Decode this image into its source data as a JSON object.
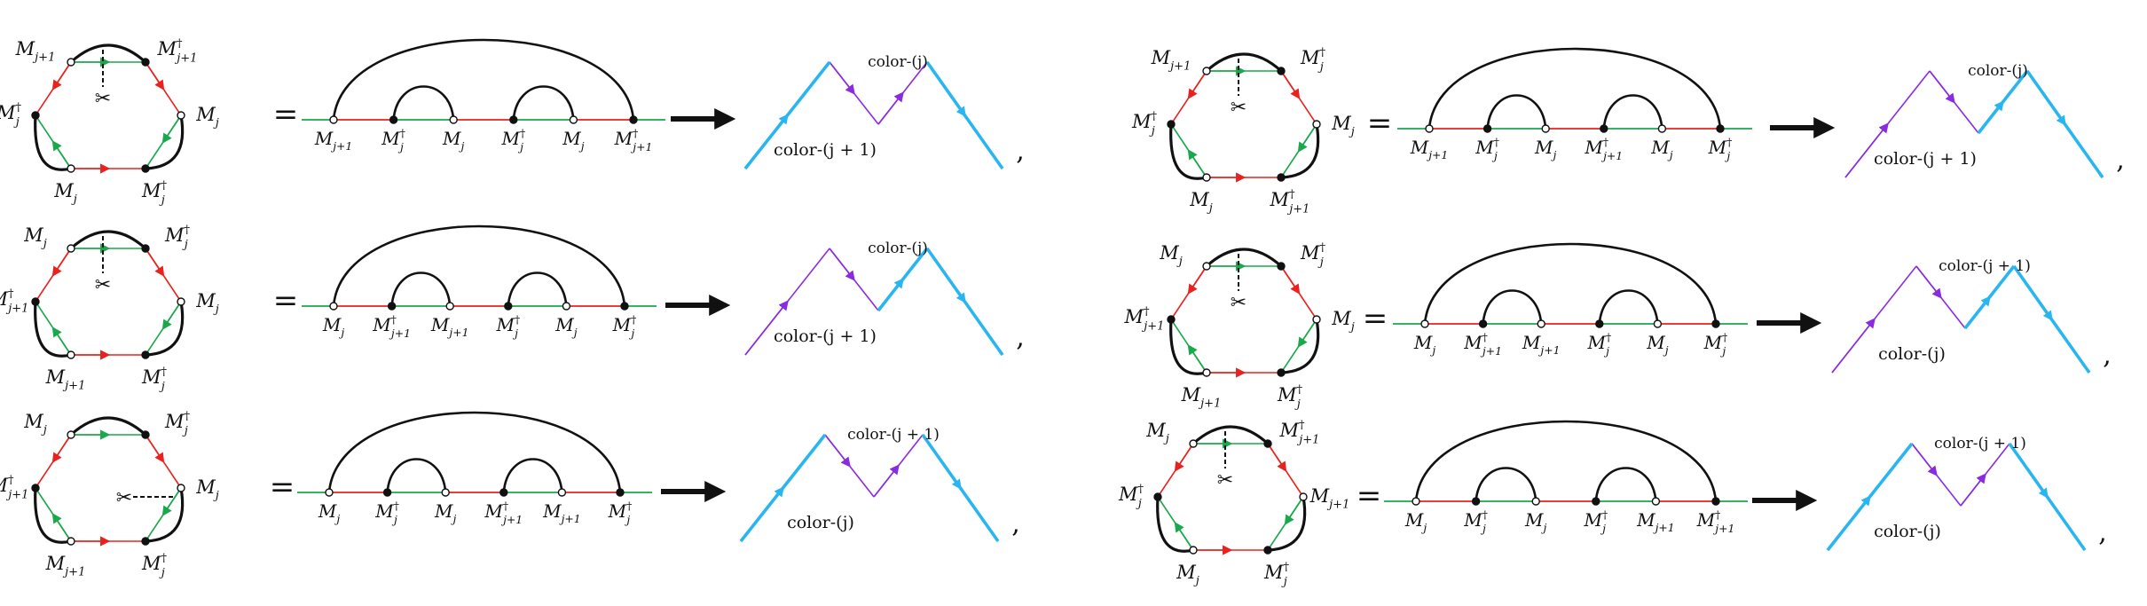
{
  "symbols": {
    "equals": "=",
    "comma": ",",
    "scissors": "✂"
  },
  "labels": {
    "Mj": "M_j",
    "Mjd": "M_j^†",
    "Mj1": "M_{j+1}",
    "Mj1d": "M_{j+1}^†",
    "colorj": "color-(j)",
    "colorj1": "color-(j + 1)"
  },
  "colors": {
    "red": "#e8231f",
    "green": "#1aa84c",
    "purple": "#8a2be2",
    "cyan": "#29b6f0",
    "black": "#111111"
  },
  "panels": [
    {
      "id": "L1",
      "hexagon": {
        "top_left": "Mj1",
        "top_right": "Mj1d",
        "right": "Mj",
        "bottom_right": "Mjd",
        "bottom_left": "Mj",
        "left": "Mjd"
      },
      "cut": "top",
      "line_nodes": [
        "Mj1",
        "Mjd",
        "Mj",
        "Mjd",
        "Mj",
        "Mj1d"
      ],
      "zigzag_labels": [
        {
          "text": "colorj",
          "pos": "top"
        },
        {
          "text": "colorj1",
          "pos": "bottom"
        }
      ]
    },
    {
      "id": "L2",
      "hexagon": {
        "top_left": "Mj",
        "top_right": "Mjd",
        "right": "Mj",
        "bottom_right": "Mjd",
        "bottom_left": "Mj1",
        "left": "Mj1d"
      },
      "cut": "top",
      "line_nodes": [
        "Mj",
        "Mj1d",
        "Mj1",
        "Mjd",
        "Mj",
        "Mjd"
      ],
      "zigzag_labels": [
        {
          "text": "colorj",
          "pos": "top"
        },
        {
          "text": "colorj1",
          "pos": "bottom"
        }
      ]
    },
    {
      "id": "L3",
      "hexagon": {
        "top_left": "Mj",
        "top_right": "Mjd",
        "right": "Mj",
        "bottom_right": "Mjd",
        "bottom_left": "Mj1",
        "left": "Mj1d"
      },
      "cut": "right",
      "line_nodes": [
        "Mj",
        "Mjd",
        "Mj",
        "Mj1d",
        "Mj1",
        "Mjd"
      ],
      "zigzag_labels": [
        {
          "text": "colorj1",
          "pos": "top"
        },
        {
          "text": "colorj",
          "pos": "bottom"
        }
      ]
    },
    {
      "id": "R1",
      "hexagon": {
        "top_left": "Mj1",
        "top_right": "Mjd",
        "right": "Mj",
        "bottom_right": "Mj1d",
        "bottom_left": "Mj",
        "left": "Mjd"
      },
      "cut": "top",
      "line_nodes": [
        "Mj1",
        "Mjd",
        "Mj",
        "Mj1d",
        "Mj",
        "Mjd"
      ],
      "zigzag_labels": [
        {
          "text": "colorj",
          "pos": "top"
        },
        {
          "text": "colorj1",
          "pos": "bottom"
        }
      ]
    },
    {
      "id": "R2",
      "hexagon": {
        "top_left": "Mj",
        "top_right": "Mjd",
        "right": "Mj",
        "bottom_right": "Mjd",
        "bottom_left": "Mj1",
        "left": "Mj1d"
      },
      "cut": "top",
      "line_nodes": [
        "Mj",
        "Mj1d",
        "Mj1",
        "Mjd",
        "Mj",
        "Mjd"
      ],
      "zigzag_labels": [
        {
          "text": "colorj1",
          "pos": "top"
        },
        {
          "text": "colorj",
          "pos": "bottom"
        }
      ]
    },
    {
      "id": "R3",
      "hexagon": {
        "top_left": "Mj",
        "top_right": "Mj1d",
        "right": "Mj1",
        "bottom_right": "Mjd",
        "bottom_left": "Mj",
        "left": "Mjd"
      },
      "cut": "top",
      "line_nodes": [
        "Mj",
        "Mjd",
        "Mj",
        "Mjd",
        "Mj1",
        "Mj1d"
      ],
      "zigzag_labels": [
        {
          "text": "colorj1",
          "pos": "top"
        },
        {
          "text": "colorj",
          "pos": "bottom"
        }
      ]
    }
  ]
}
